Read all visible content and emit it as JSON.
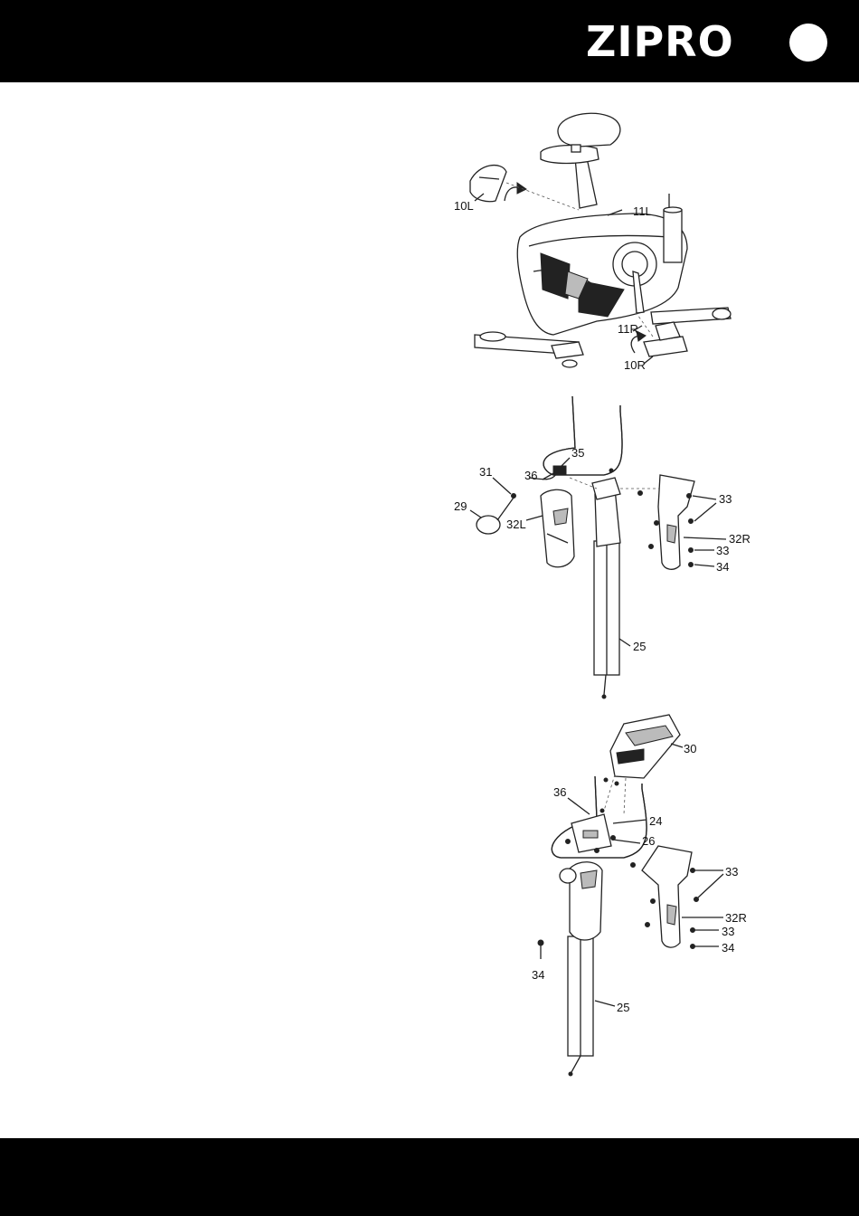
{
  "header": {
    "brand": "ZIPRO",
    "bg": "#000000"
  },
  "figures": {
    "step1": {
      "labels": [
        "10L",
        "11L",
        "11R",
        "10R"
      ]
    },
    "step2": {
      "labels": [
        "35",
        "31",
        "36",
        "29",
        "32L",
        "33",
        "32R",
        "33",
        "34",
        "25"
      ]
    },
    "step3": {
      "labels": [
        "30",
        "36",
        "24",
        "26",
        "33",
        "32R",
        "33",
        "34",
        "34",
        "25"
      ]
    }
  }
}
